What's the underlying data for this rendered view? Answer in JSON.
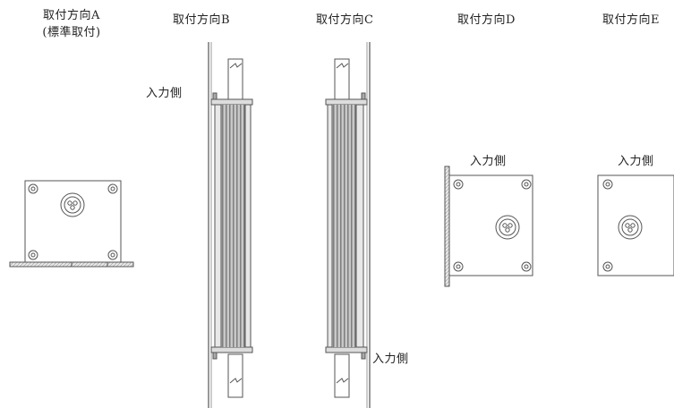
{
  "labels": {
    "a_title": "取付方向A",
    "a_sub": "(標準取付)",
    "b_title": "取付方向B",
    "c_title": "取付方向C",
    "d_title": "取付方向D",
    "e_title": "取付方向E",
    "b_input": "入力側",
    "c_input": "入力側",
    "d_input": "入力側",
    "e_input": "入力側"
  },
  "colors": {
    "line": "#555555",
    "fill": "#d8d8d8",
    "dark": "#8a8a8a"
  }
}
